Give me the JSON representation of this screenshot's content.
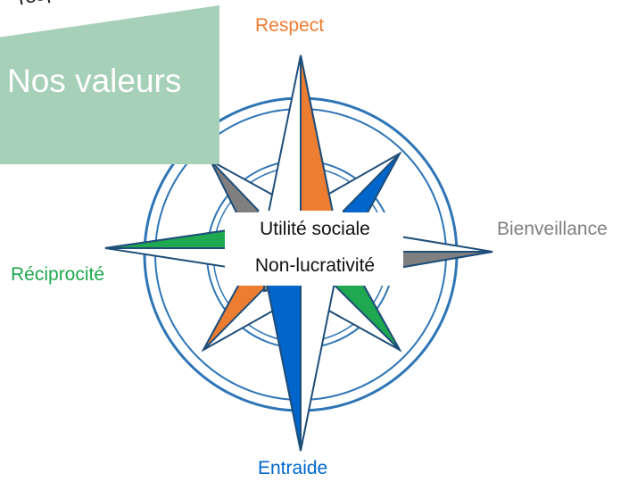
{
  "header": {
    "clipped_word": "respo",
    "title": "Nos valeurs"
  },
  "compass": {
    "north": {
      "label": "Respect",
      "color": "#ed7d31"
    },
    "east": {
      "label": "Bienveillance",
      "color": "#7f7f7f"
    },
    "south": {
      "label": "Entraide",
      "color": "#0066cc"
    },
    "west": {
      "label": "Réciprocité",
      "color": "#1fa84f"
    },
    "center_line1": "Utilité sociale",
    "center_line2": "Non-lucrativité",
    "ring_color": "#2e75b6",
    "outline_color": "#1f4e79"
  }
}
